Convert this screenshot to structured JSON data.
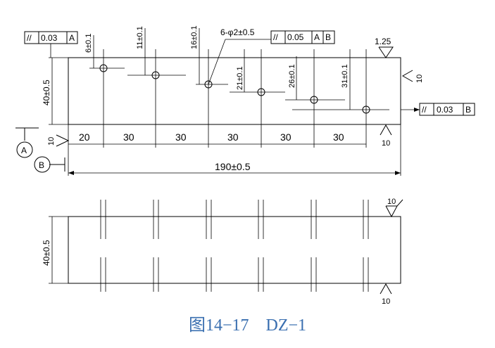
{
  "drawing": {
    "callouts": {
      "frame_tl": {
        "sym": "//",
        "val": "0.03",
        "ref": "A"
      },
      "frame_mid": {
        "sym": "//",
        "val": "0.05",
        "ref1": "A",
        "ref2": "B"
      },
      "frame_right": {
        "sym": "//",
        "val": "0.03",
        "ref": "B"
      },
      "holes": "6-φ2±0.5"
    },
    "datums": {
      "a": "A",
      "b": "B"
    },
    "dims": {
      "height_main": "40±0.5",
      "height_lower": "40±0.5",
      "length": "190±0.5",
      "spacing": [
        "20",
        "30",
        "30",
        "30",
        "30",
        "30"
      ],
      "hole_offsets": [
        "6±0.1",
        "11±0.1",
        "16±0.1",
        "21±0.1",
        "26±0.1",
        "31±0.1"
      ]
    },
    "roughness": {
      "top_right": "1.25",
      "right_side": "10",
      "left_side": "10",
      "bottom_right": "10",
      "lower_top": "10",
      "lower_bottom": "10"
    }
  },
  "caption": "图14−17　DZ−1"
}
